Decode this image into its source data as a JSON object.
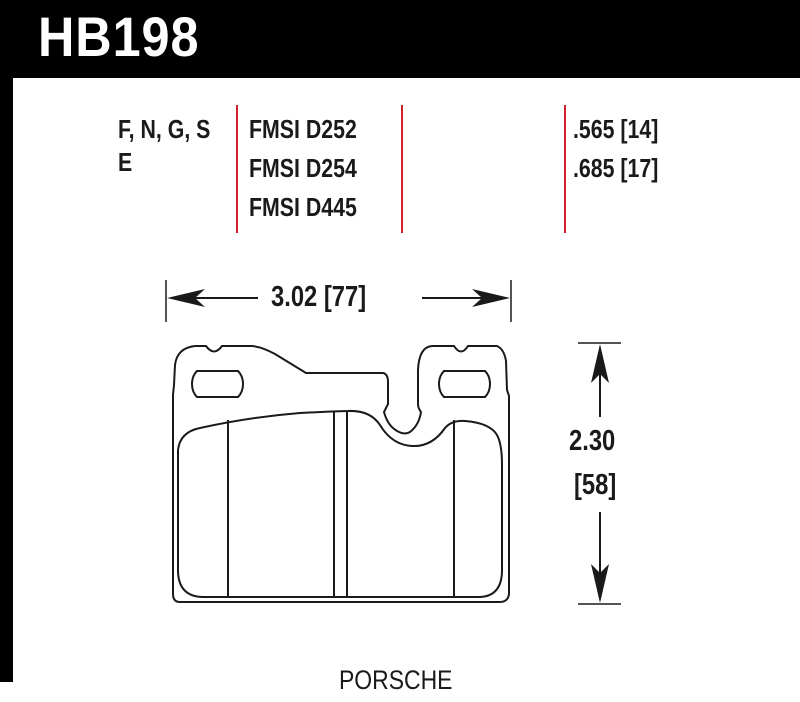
{
  "header": {
    "part_number": "HB198"
  },
  "compounds": {
    "line1": "F, N, G, S",
    "line2": "E"
  },
  "fmsi": [
    "FMSI D252",
    "FMSI D254",
    "FMSI D445"
  ],
  "thickness": [
    "565 [14]",
    ".685 [17]"
  ],
  "thickness_display": [
    ".565 [14]",
    ".685 [17]"
  ],
  "dimensions": {
    "width": "3.02 [77]",
    "height_in": "2.30",
    "height_mm": "[58]"
  },
  "application": "PORSCHE",
  "colors": {
    "accent_rule": "#d0202a",
    "header_bg": "#000000",
    "text": "#1a1a1a"
  }
}
